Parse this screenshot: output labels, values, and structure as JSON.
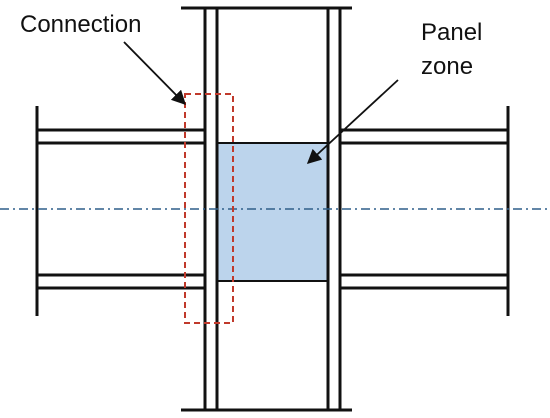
{
  "labels": {
    "connection": "Connection",
    "panel_line1": "Panel",
    "panel_line2": "zone"
  },
  "colors": {
    "stroke": "#111111",
    "panel_fill": "#bcd4ec",
    "panel_edge": "#7f9fc0",
    "connection_box": "#c0392b",
    "centerline": "#2f5f8a",
    "background": "#ffffff"
  }
}
